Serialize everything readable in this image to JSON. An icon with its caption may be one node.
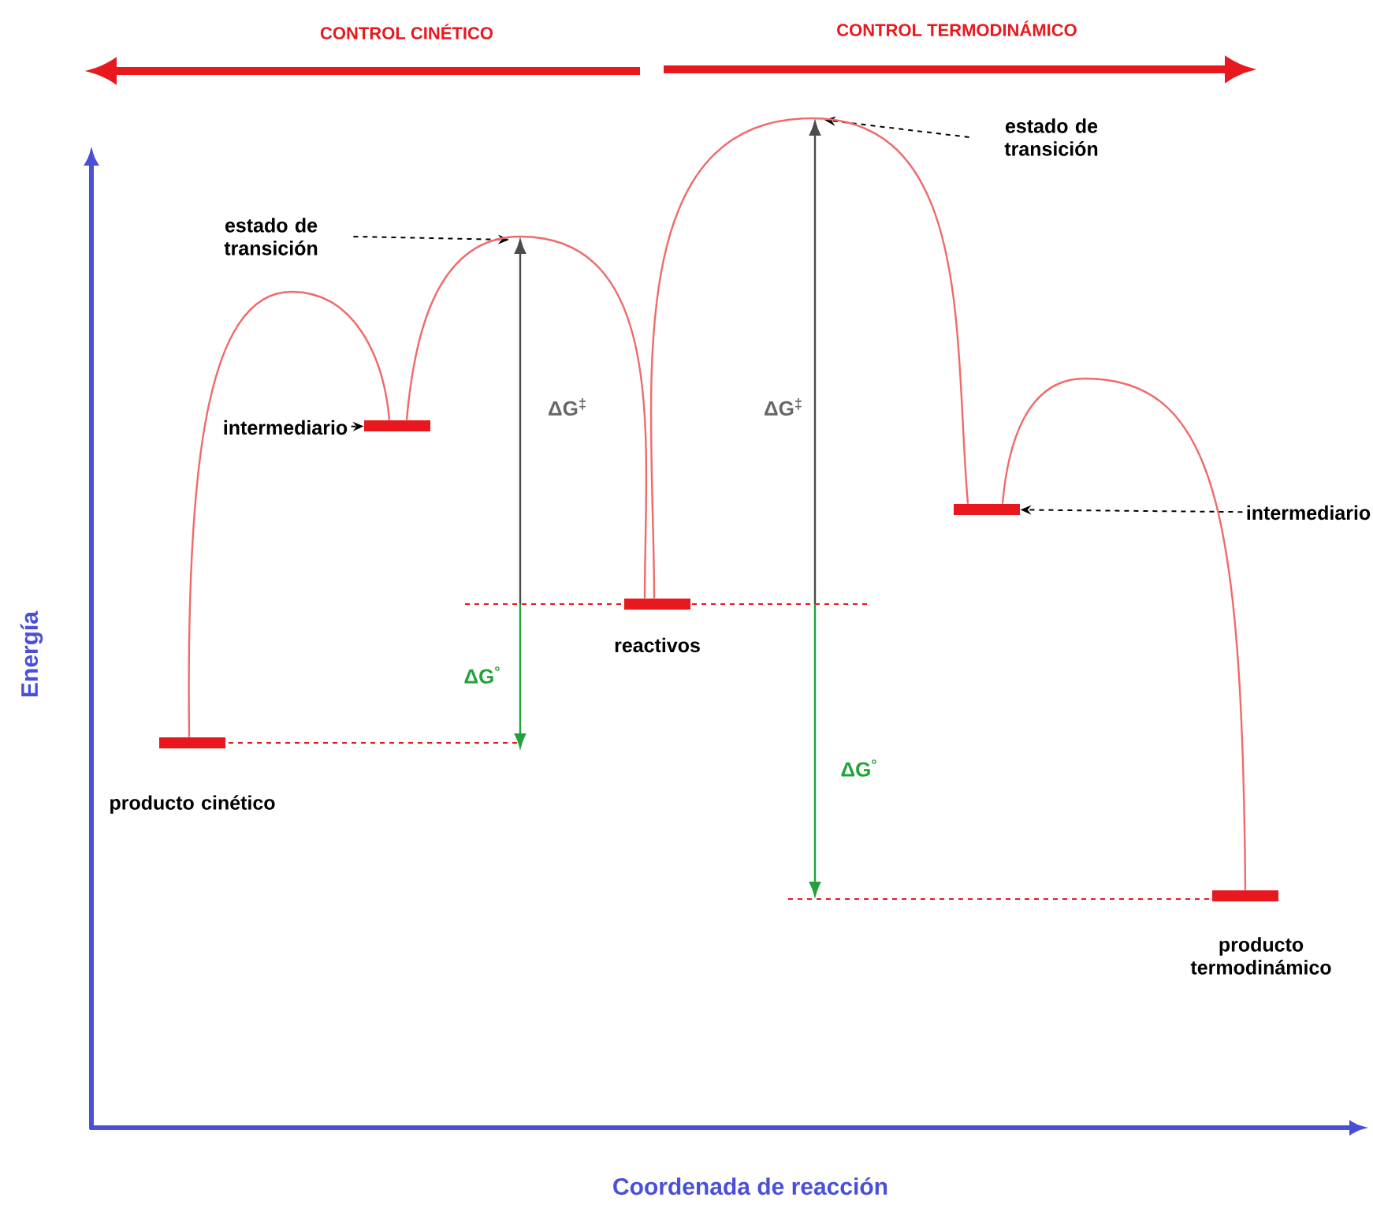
{
  "diagram": {
    "nodes": [
      {
        "text": [
          "reactivos"
        ]
      },
      {
        "text": [
          "intermediario"
        ]
      },
      {
        "text": [],
        "shape": "bar"
      },
      {
        "text": [
          "producto cinético"
        ]
      },
      {
        "text": [
          "estado de transición"
        ]
      },
      {
        "text": [
          "estado de transición"
        ]
      },
      {
        "text": [
          "intermediario"
        ]
      },
      {
        "text": [],
        "shape": "bar"
      },
      {
        "text": [
          "producto termodinámico"
        ]
      }
    ],
    "edges": [
      {
        "from": 1,
        "to": 2,
        "arrow": "to",
        "style": "dashed"
      },
      {
        "from": 4,
        "to": null,
        "arrow": "to",
        "style": "dashed"
      },
      {
        "from": 5,
        "to": null,
        "arrow": "to",
        "style": "dashed"
      },
      {
        "from": 6,
        "to": 7,
        "arrow": "to",
        "style": "dashed"
      },
      {
        "from": 3,
        "to": 2,
        "arrow": "none",
        "color": "#f06a6a"
      },
      {
        "from": 2,
        "to": 0,
        "arrow": "none",
        "color": "#f06a6a"
      },
      {
        "from": 0,
        "to": 7,
        "arrow": "none",
        "color": "#f06a6a"
      },
      {
        "from": 7,
        "to": 8,
        "arrow": "none",
        "color": "#f06a6a"
      }
    ],
    "labels": [
      "CONTROL CINÉTICO",
      "CONTROL TERMODINÁMICO",
      "ΔG$^{‡}$",
      "ΔG$^{‡}$",
      "ΔG$^{°}$",
      "ΔG$^{°}$",
      "Energía",
      "Coordenada de reacción"
    ]
  }
}
